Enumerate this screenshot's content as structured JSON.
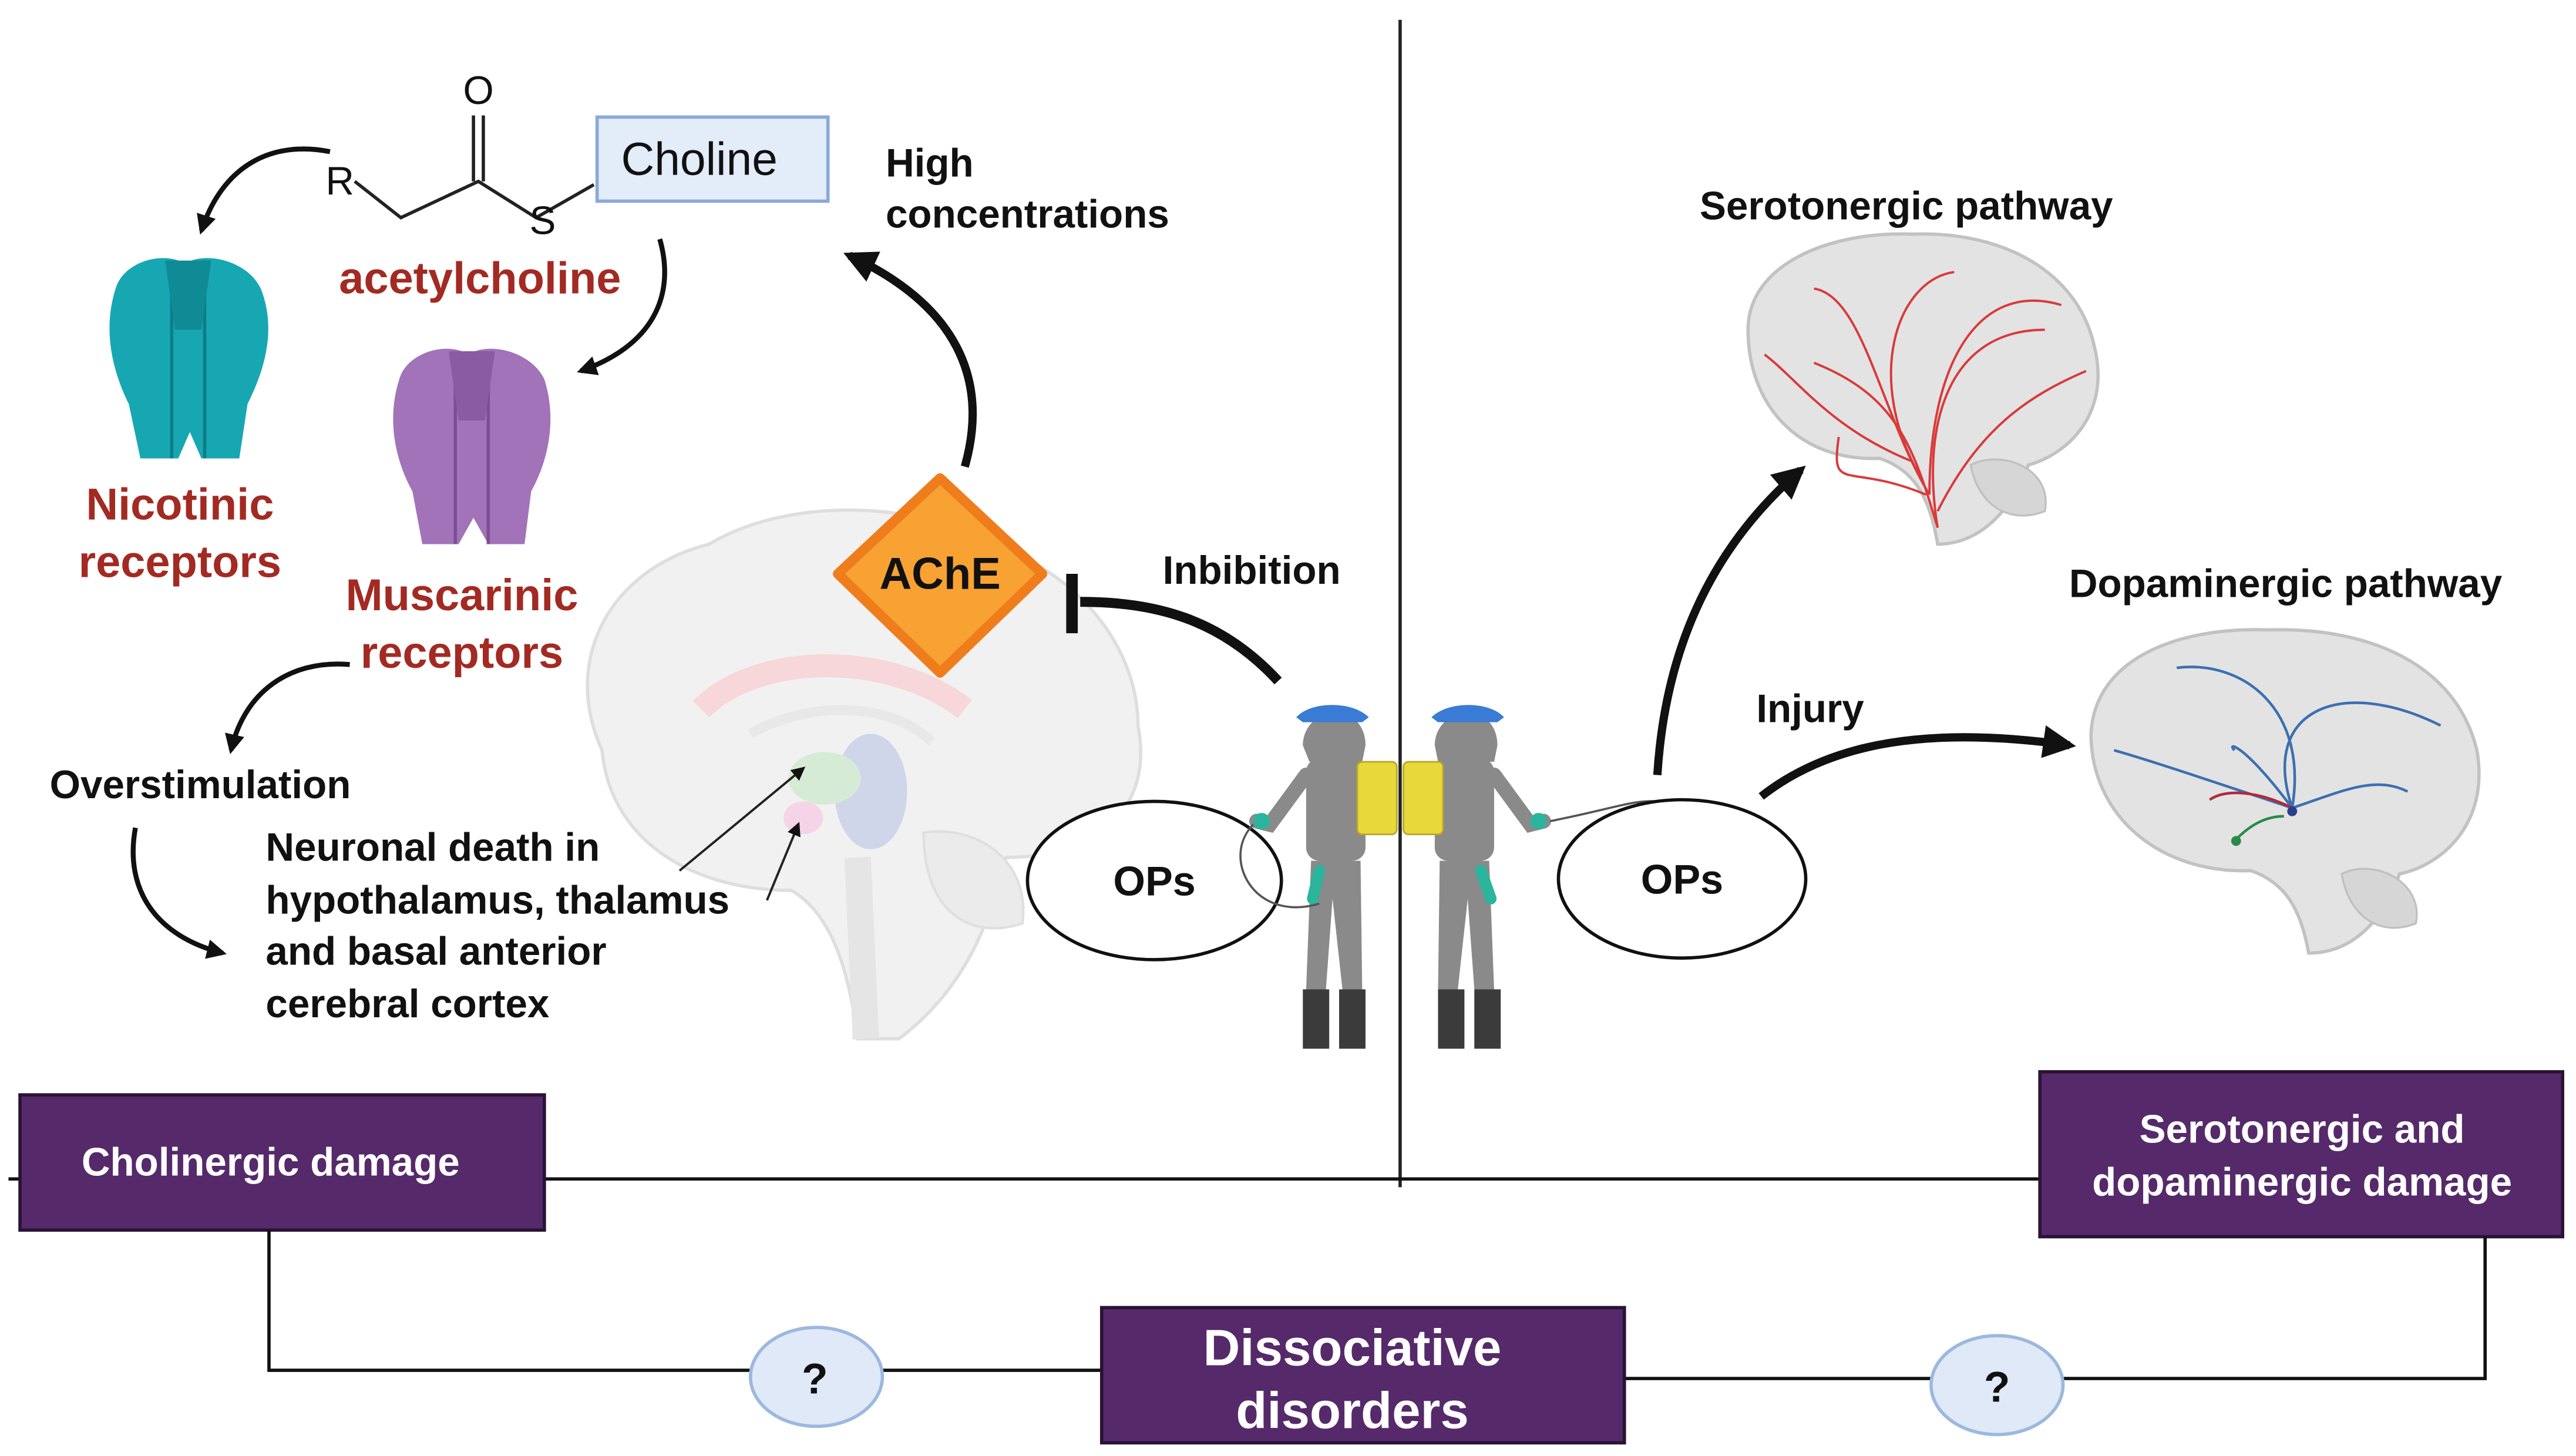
{
  "chemistry": {
    "oxygen": "O",
    "r_group": "R",
    "sulfur": "S",
    "choline": "Choline",
    "acetylcholine": "acetylcholine"
  },
  "receptors": {
    "nicotinic": [
      "Nicotinic",
      "receptors"
    ],
    "muscarinic": [
      "Muscarinic",
      "receptors"
    ]
  },
  "left": {
    "high_concentrations": [
      "High",
      "concentrations"
    ],
    "ache": "AChE",
    "inhibition": "Inbibition",
    "overstimulation": "Overstimulation",
    "neuronal_death": [
      "Neuronal death in",
      "hypothalamus, thalamus",
      "and basal anterior",
      "cerebral cortex"
    ],
    "ops": "OPs"
  },
  "right": {
    "serotonergic_pathway": "Serotonergic pathway",
    "dopaminergic_pathway": "Dopaminergic pathway",
    "injury": "Injury",
    "ops": "OPs"
  },
  "bottom": {
    "cholinergic_damage": "Cholinergic damage",
    "sero_dopa_damage": [
      "Serotonergic and",
      "dopaminergic damage"
    ],
    "dissociative_disorders": [
      "Dissociative",
      "disorders"
    ],
    "question_left": "?",
    "question_right": "?"
  },
  "colors": {
    "box_fill": "#55296a",
    "box_stroke": "#2a1236",
    "ache_fill": "#f7a233",
    "ache_stroke": "#ef7d1c",
    "nicotinic": "#17a7b3",
    "muscarinic": "#a273b8",
    "label_red": "#a32a22",
    "question_fill": "#dfe9f7",
    "question_stroke": "#9cb8dd",
    "choline_fill": "#e3ecf9",
    "choline_stroke": "#8aa9d8",
    "serotonergic_path": "#d83a3a",
    "dopaminergic_path": "#3c6fb0",
    "suit": "#8a8a8a",
    "tank": "#e8d83a",
    "glove": "#2bb59c",
    "visor": "#3a7bd5"
  }
}
